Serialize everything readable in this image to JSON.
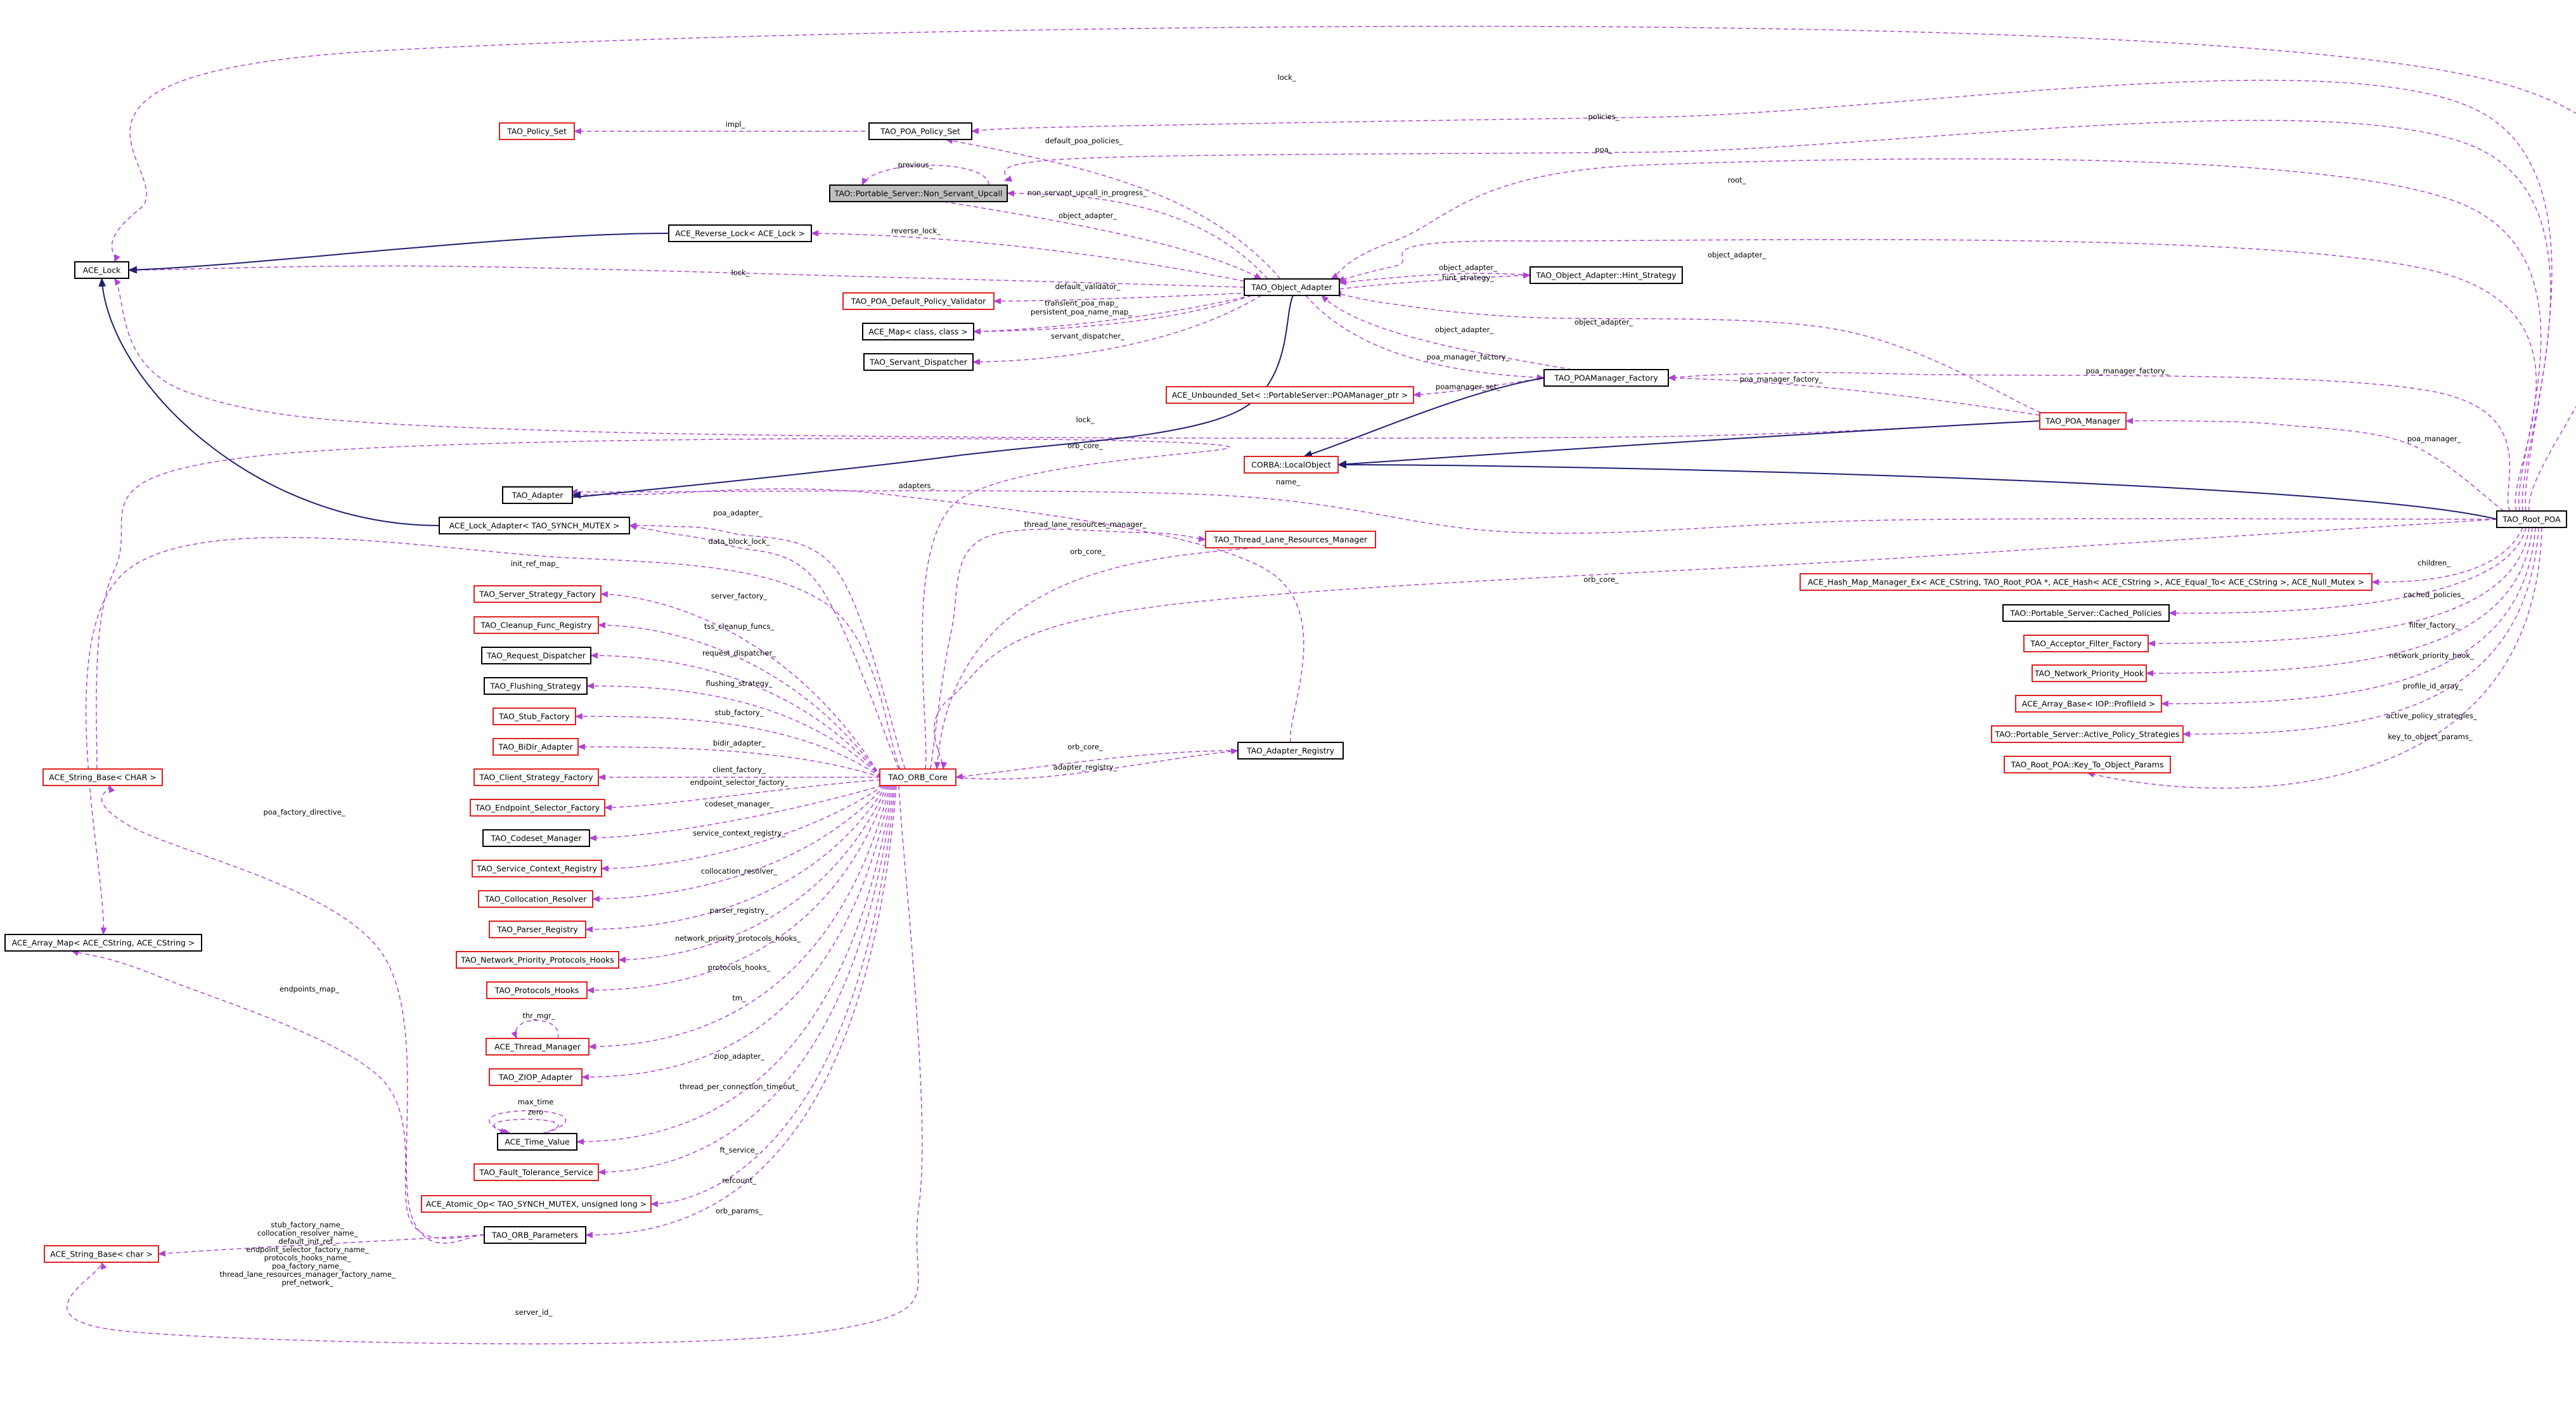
{
  "colors": {
    "dependency": "#b044d4",
    "inheritance": "#1f1f70",
    "documented_border": "#000000",
    "undocumented_border": "#e02020",
    "focus_fill": "#bfbfbf"
  },
  "nodes": [
    {
      "id": "poa_policy_set",
      "label": "TAO_POA_Policy_Set",
      "style": "doc"
    },
    {
      "id": "policy_set",
      "label": "TAO_Policy_Set",
      "style": "red"
    },
    {
      "id": "non_servant",
      "label": "TAO::Portable_Server::Non_Servant_Upcall",
      "style": "focus"
    },
    {
      "id": "reverse_lock",
      "label": "ACE_Reverse_Lock< ACE_Lock >",
      "style": "doc"
    },
    {
      "id": "ace_lock",
      "label": "ACE_Lock",
      "style": "doc"
    },
    {
      "id": "object_adapter",
      "label": "TAO_Object_Adapter",
      "style": "doc"
    },
    {
      "id": "hint_strategy",
      "label": "TAO_Object_Adapter::Hint_Strategy",
      "style": "doc"
    },
    {
      "id": "default_policy_validator",
      "label": "TAO_POA_Default_Policy_Validator",
      "style": "red"
    },
    {
      "id": "ace_map",
      "label": "ACE_Map< class, class >",
      "style": "doc"
    },
    {
      "id": "servant_dispatcher",
      "label": "TAO_Servant_Dispatcher",
      "style": "doc"
    },
    {
      "id": "unbounded_set",
      "label": "ACE_Unbounded_Set< ::PortableServer::POAManager_ptr >",
      "style": "red"
    },
    {
      "id": "poamanager_factory",
      "label": "TAO_POAManager_Factory",
      "style": "doc"
    },
    {
      "id": "poa_manager",
      "label": "TAO_POA_Manager",
      "style": "red"
    },
    {
      "id": "local_object",
      "label": "CORBA::LocalObject",
      "style": "red"
    },
    {
      "id": "tao_adapter",
      "label": "TAO_Adapter",
      "style": "doc"
    },
    {
      "id": "lock_adapter",
      "label": "ACE_Lock_Adapter< TAO_SYNCH_MUTEX >",
      "style": "doc"
    },
    {
      "id": "thread_lane",
      "label": "TAO_Thread_Lane_Resources_Manager",
      "style": "red"
    },
    {
      "id": "root_poa",
      "label": "TAO_Root_POA",
      "style": "doc"
    },
    {
      "id": "hash_map",
      "label": "ACE_Hash_Map_Manager_Ex< ACE_CString, TAO_Root_POA *, ACE_Hash< ACE_CString >, ACE_Equal_To< ACE_CString >, ACE_Null_Mutex >",
      "style": "red"
    },
    {
      "id": "cached_policies",
      "label": "TAO::Portable_Server::Cached_Policies",
      "style": "doc"
    },
    {
      "id": "acceptor_filter",
      "label": "TAO_Acceptor_Filter_Factory",
      "style": "red"
    },
    {
      "id": "net_prio_hook",
      "label": "TAO_Network_Priority_Hook",
      "style": "red"
    },
    {
      "id": "array_base_profile",
      "label": "ACE_Array_Base< IOP::ProfileId >",
      "style": "red"
    },
    {
      "id": "active_policy",
      "label": "TAO::Portable_Server::Active_Policy_Strategies",
      "style": "red"
    },
    {
      "id": "key_to_object",
      "label": "TAO_Root_POA::Key_To_Object_Params",
      "style": "red"
    },
    {
      "id": "server_strategy",
      "label": "TAO_Server_Strategy_Factory",
      "style": "red"
    },
    {
      "id": "cleanup_func",
      "label": "TAO_Cleanup_Func_Registry",
      "style": "red"
    },
    {
      "id": "request_dispatcher",
      "label": "TAO_Request_Dispatcher",
      "style": "doc"
    },
    {
      "id": "flushing_strategy",
      "label": "TAO_Flushing_Strategy",
      "style": "doc"
    },
    {
      "id": "stub_factory",
      "label": "TAO_Stub_Factory",
      "style": "red"
    },
    {
      "id": "bidir_adapter",
      "label": "TAO_BiDir_Adapter",
      "style": "red"
    },
    {
      "id": "client_strategy",
      "label": "TAO_Client_Strategy_Factory",
      "style": "red"
    },
    {
      "id": "endpoint_selector",
      "label": "TAO_Endpoint_Selector_Factory",
      "style": "red"
    },
    {
      "id": "codeset_manager",
      "label": "TAO_Codeset_Manager",
      "style": "doc"
    },
    {
      "id": "service_context",
      "label": "TAO_Service_Context_Registry",
      "style": "red"
    },
    {
      "id": "collocation_resolver",
      "label": "TAO_Collocation_Resolver",
      "style": "red"
    },
    {
      "id": "parser_registry",
      "label": "TAO_Parser_Registry",
      "style": "red"
    },
    {
      "id": "net_prio_protocols",
      "label": "TAO_Network_Priority_Protocols_Hooks",
      "style": "red"
    },
    {
      "id": "protocols_hooks",
      "label": "TAO_Protocols_Hooks",
      "style": "red"
    },
    {
      "id": "thread_manager",
      "label": "ACE_Thread_Manager",
      "style": "red"
    },
    {
      "id": "ziop_adapter",
      "label": "TAO_ZIOP_Adapter",
      "style": "red"
    },
    {
      "id": "time_value",
      "label": "ACE_Time_Value",
      "style": "doc"
    },
    {
      "id": "fault_tolerance",
      "label": "TAO_Fault_Tolerance_Service",
      "style": "red"
    },
    {
      "id": "atomic_op",
      "label": "ACE_Atomic_Op< TAO_SYNCH_MUTEX, unsigned long >",
      "style": "red"
    },
    {
      "id": "orb_parameters",
      "label": "TAO_ORB_Parameters",
      "style": "doc"
    },
    {
      "id": "orb_core",
      "label": "TAO_ORB_Core",
      "style": "red"
    },
    {
      "id": "adapter_registry",
      "label": "TAO_Adapter_Registry",
      "style": "doc"
    },
    {
      "id": "string_base_CHAR",
      "label": "ACE_String_Base< CHAR >",
      "style": "red"
    },
    {
      "id": "array_map",
      "label": "ACE_Array_Map< ACE_CString, ACE_CString >",
      "style": "doc"
    },
    {
      "id": "string_base_char",
      "label": "ACE_String_Base< char >",
      "style": "red"
    }
  ],
  "edge_labels": {
    "lock_top": "lock_",
    "policies": "policies_",
    "poa": "poa_",
    "impl": "impl_",
    "default_poa_policies": "default_poa_policies_",
    "root": "root_",
    "previous": "previous_",
    "non_servant_upcall": "non_servant_upcall_in_progress_",
    "object_adapter_1": "object_adapter_",
    "reverse_lock": "reverse_lock_",
    "lock_mid": "lock_",
    "default_validator": "default_validator_",
    "transient_poa_map": "transient_poa_map_",
    "persistent_poa_name_map": "persistent_poa_name_map_",
    "servant_dispatcher": "servant_dispatcher_",
    "object_adapter_hint": "object_adapter_",
    "hint_strategy": "hint_strategy_",
    "object_adapter_root": "object_adapter_",
    "object_adapter_mgr": "object_adapter_",
    "object_adapter_fac": "object_adapter_",
    "poa_manager_factory_1": "poa_manager_factory_",
    "poamanager_set": "poamanager_set_",
    "poa_manager_factory_2": "poa_manager_factory_",
    "poa_manager_factory_3": "poa_manager_factory_",
    "lock_low": "lock_",
    "poa_manager": "poa_manager_",
    "orb_core_top": "orb_core_",
    "name": "name_",
    "adapters": "adapters_",
    "poa_adapter": "poa_adapter_",
    "data_block_lock": "data_block_lock_",
    "thread_lane_resources_manager": "thread_lane_resources_manager_",
    "orb_core_tl": "orb_core_",
    "orb_core_root": "orb_core_",
    "children": "children_",
    "cached_policies": "cached_policies_",
    "filter_factory": "filter_factory_",
    "network_priority_hook": "network_priority_hook_",
    "profile_id_array": "profile_id_array_",
    "active_policy_strategies": "active_policy_strategies_",
    "key_to_object_params": "key_to_object_params_",
    "init_ref_map": "init_ref_map_",
    "server_factory": "server_factory_",
    "tss_cleanup_funcs": "tss_cleanup_funcs_",
    "request_dispatcher": "request_dispatcher_",
    "flushing_strategy": "flushing_strategy_",
    "stub_factory": "stub_factory_",
    "bidir_adapter": "bidir_adapter_",
    "client_factory": "client_factory_",
    "endpoint_selector_factory": "endpoint_selector_factory_",
    "codeset_manager": "codeset_manager_",
    "service_context_registry": "service_context_registry_",
    "collocation_resolver": "collocation_resolver_",
    "parser_registry": "parser_registry_",
    "network_priority_protocols_hooks": "network_priority_protocols_hooks_",
    "protocols_hooks": "protocols_hooks_",
    "thr_mgr_self": "thr_mgr_",
    "tm": "tm_",
    "ziop_adapter": "ziop_adapter_",
    "max_time": "max_time",
    "zero": "zero",
    "thread_per_connection_timeout": "thread_per_connection_timeout_",
    "ft_service": "ft_service_",
    "refcount": "refcount_",
    "orb_params": "orb_params_",
    "orb_core_reg": "orb_core_",
    "adapter_registry": "adapter_registry_",
    "poa_factory_directive": "poa_factory_directive_",
    "endpoints_map": "endpoints_map_",
    "string_names": [
      "stub_factory_name_",
      "collocation_resolver_name_",
      "default_init_ref_",
      "endpoint_selector_factory_name_",
      "protocols_hooks_name_",
      "poa_factory_name_",
      "thread_lane_resources_manager_factory_name_",
      "pref_network_"
    ],
    "server_id": "server_id_"
  }
}
